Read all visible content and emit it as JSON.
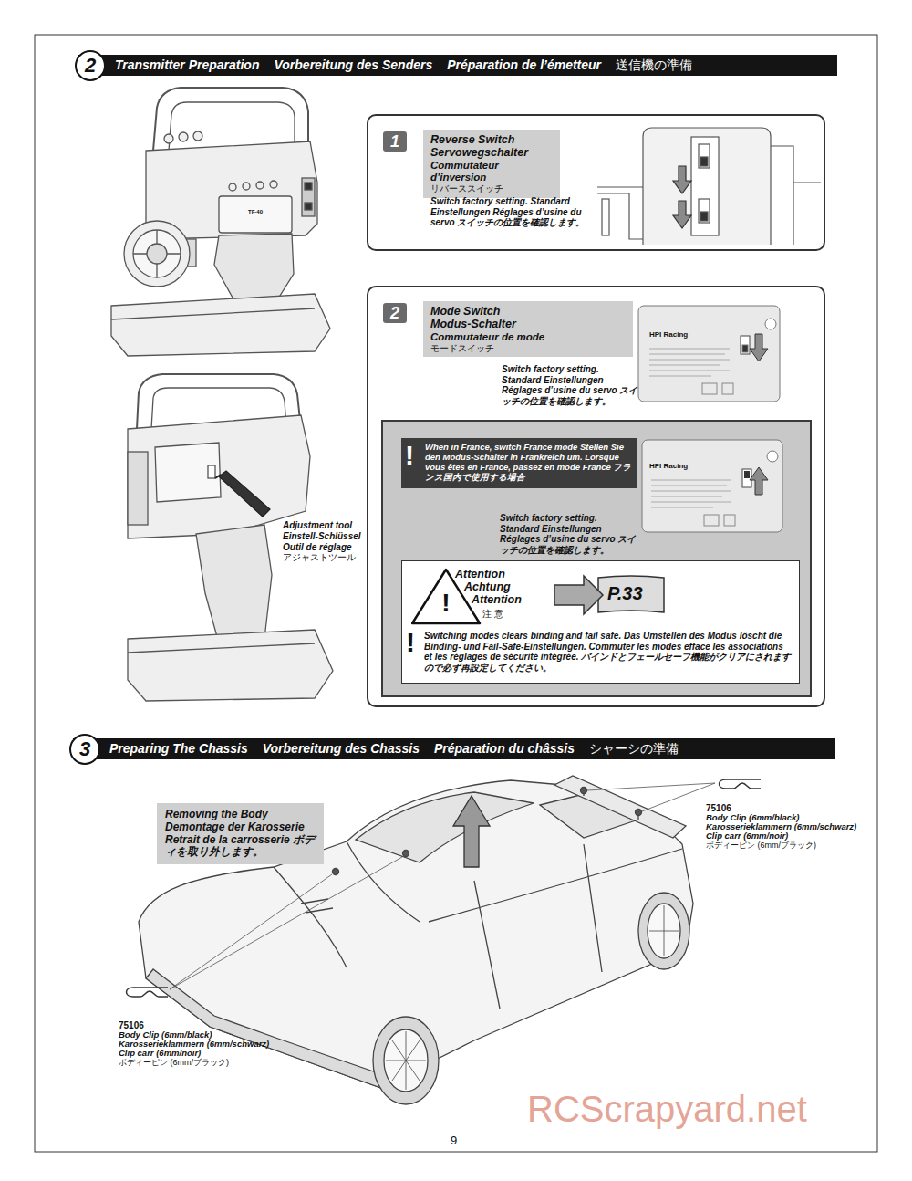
{
  "diagram": {
    "nodes": [
      {
        "text": [
          "2",
          "Transmitter Preparation",
          "Vorbereitung des Senders",
          "Préparation de l’émetteur",
          "送信機の準備"
        ]
      },
      {
        "text": [
          "1",
          "Switch factory setting. Standard Einstellungen Réglages d’usine du servo スイッチの位置を確認します。"
        ]
      },
      {
        "text": [
          "Reverse Switch",
          "Servowegschalter",
          "Commutateur d’inversion",
          "リバーススイッチ"
        ],
        "in": 1
      },
      {
        "text": [
          "2",
          "Switch factory setting. Standard Einstellungen Réglages d’usine du servo スイッチの位置を確認します。"
        ]
      },
      {
        "text": [
          "Mode Switch",
          "Modus-Schalter",
          "Commutateur de mode",
          "モードスイッチ"
        ],
        "in": 3
      },
      {
        "text": [
          "Switch factory setting. Standard Einstellungen Réglages d’usine du servo スイッチの位置を確認します。"
        ],
        "in": 3
      },
      {
        "text": [
          "!",
          "When in France, switch France mode Stellen Sie den Modus-Schalter in Frankreich um. Lorsque vous êtes en France, passez en mode France フランス国内で使用する場合"
        ],
        "in": 5
      },
      {
        "text": [
          "!",
          "Switching modes clears binding and fail safe. Das Umstellen des Modus löscht die Binding- und Fail-Safe-Einstellungen. Commuter les modes efface les associations et les réglages de sécurité intégrée. バインドとフェールセーフ機能がクリアにされますので必ず再設定してください。"
        ],
        "in": 5
      },
      {
        "text": [
          "!",
          "Attention",
          "Achtung",
          "Attention",
          "注 意"
        ],
        "in": 7
      },
      {
        "text": [
          "P.33"
        ],
        "in": 7
      },
      {
        "text": [
          "3",
          "Preparing The Chassis",
          "Vorbereitung des Chassis",
          "Préparation du châssis",
          "シャーシの準備"
        ]
      },
      {
        "text": [
          "Removing the Body Demontage der Karosserie Retrait de la carrosserie ボディを取り外します。"
        ]
      }
    ],
    "labels": [
      "TF-40",
      "HPI Racing",
      "HPI Racing",
      "Adjustment tool",
      "Einstell-Schlüssel",
      "Outil de réglage",
      "アジャストツール",
      "75106",
      "Body Clip (6mm/black)",
      "Karosserieklammern (6mm/schwarz)",
      "Clip carr (6mm/noir)",
      "ボディーピン (6mm/ブラック)",
      "75106",
      "Body Clip (6mm/black)",
      "Karosserieklammern (6mm/schwarz)",
      "Clip carr (6mm/noir)",
      "ボディーピン (6mm/ブラック)",
      "9",
      "RCScrapyard.net"
    ]
  }
}
